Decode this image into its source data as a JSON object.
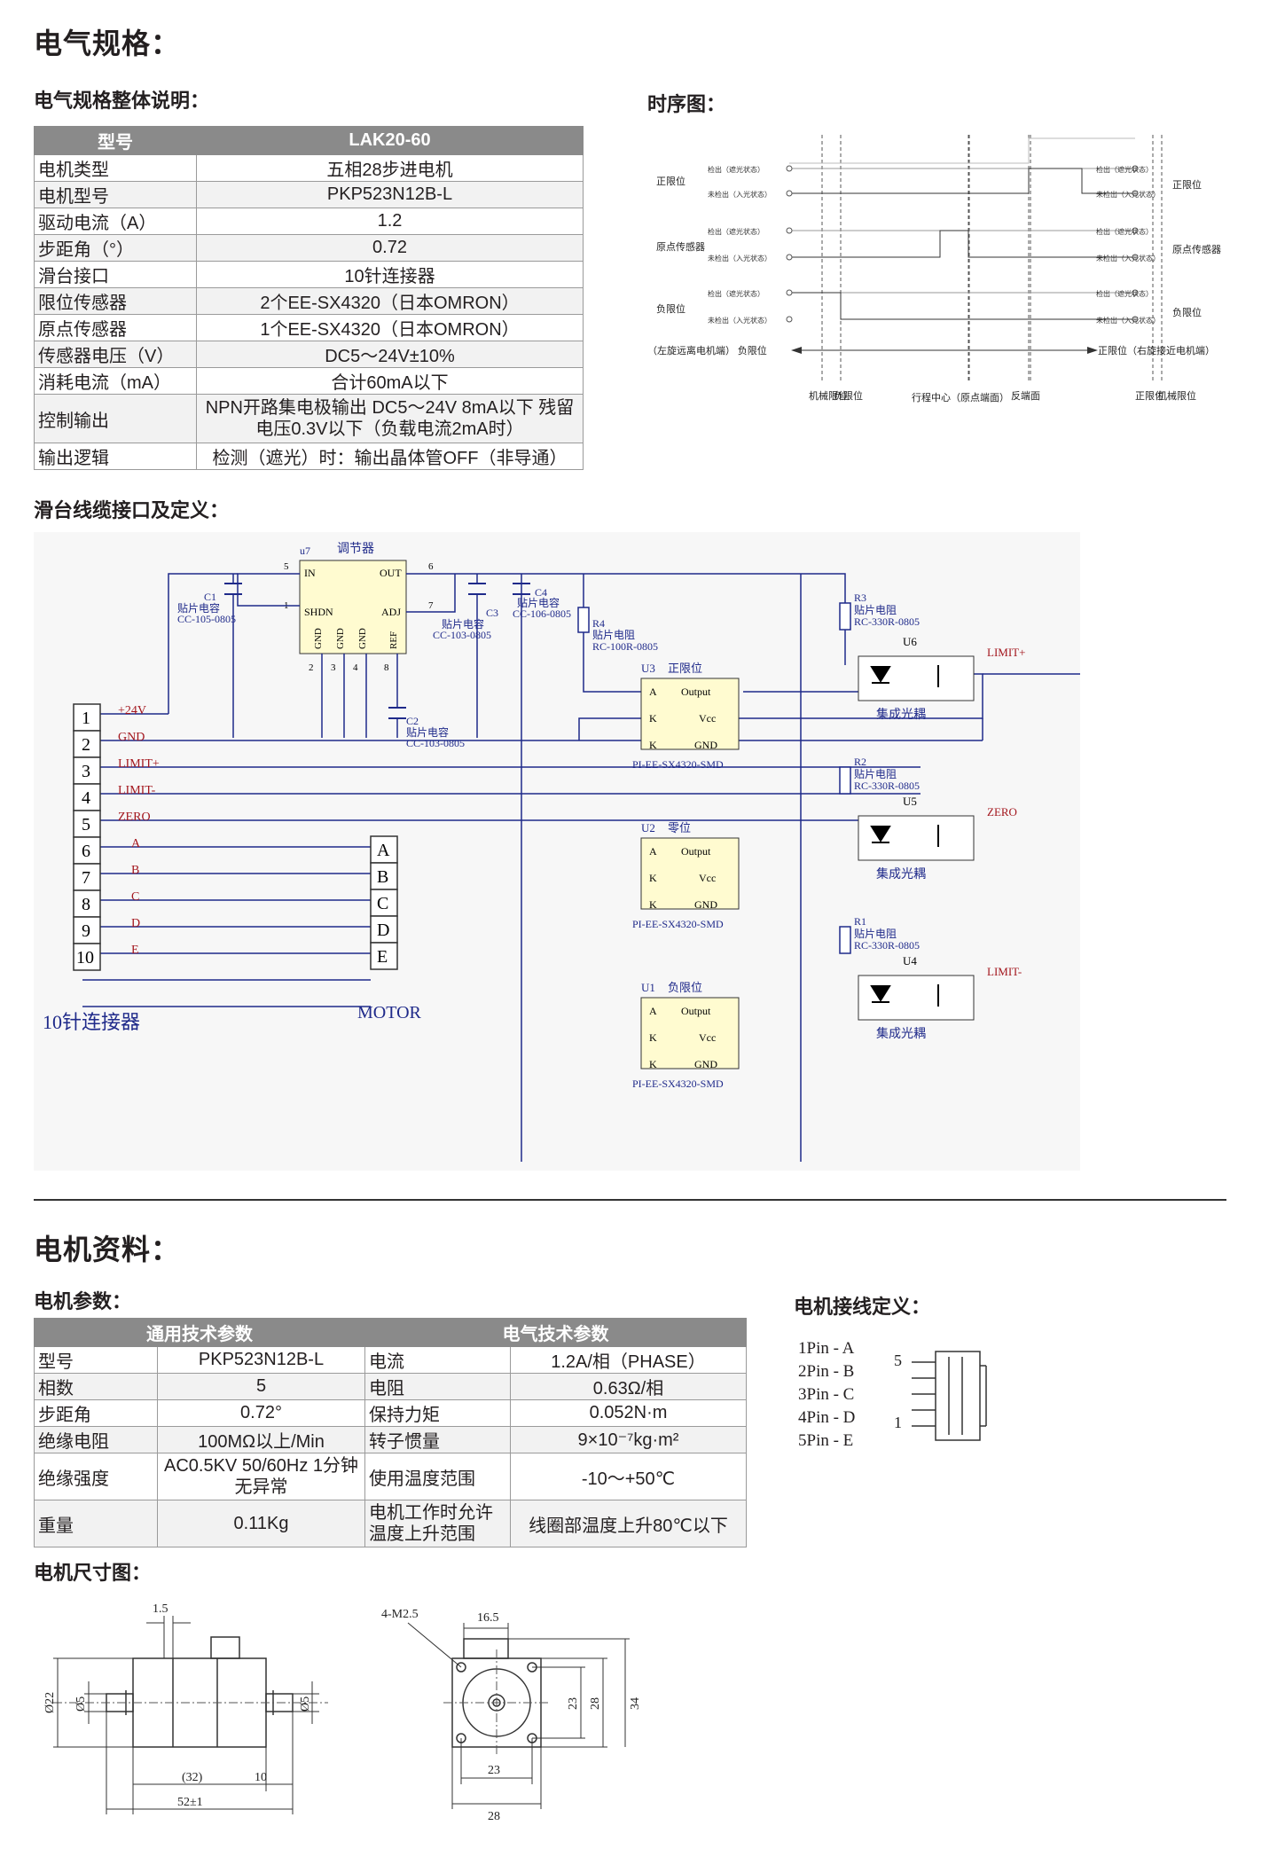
{
  "sections": {
    "electrical_title": "电气规格：",
    "electrical_overview": "电气规格整体说明：",
    "timing_title": "时序图：",
    "cable_title": "滑台线缆接口及定义：",
    "motor_title": "电机资料：",
    "motor_params": "电机参数：",
    "motor_wiring": "电机接线定义：",
    "motor_dims": "电机尺寸图："
  },
  "spec_table": {
    "header": [
      "型号",
      "LAK20-60"
    ],
    "rows": [
      [
        "电机类型",
        "五相28步进电机"
      ],
      [
        "电机型号",
        "PKP523N12B-L"
      ],
      [
        "驱动电流（A）",
        "1.2"
      ],
      [
        "步距角（°）",
        "0.72"
      ],
      [
        "滑台接口",
        "10针连接器"
      ],
      [
        "限位传感器",
        "2个EE-SX4320（日本OMRON）"
      ],
      [
        "原点传感器",
        "1个EE-SX4320（日本OMRON）"
      ],
      [
        "传感器电压（V）",
        "DC5～24V±10%"
      ],
      [
        "消耗电流（mA）",
        "合计60mA以下"
      ],
      [
        "控制输出",
        "NPN开路集电极输出 DC5～24V 8mA以下 残留电压0.3V以下（负载电流2mA时）"
      ],
      [
        "输出逻辑",
        "检测（遮光）时：输出晶体管OFF（非导通）"
      ]
    ]
  },
  "timing": {
    "left_labels": [
      "正限位",
      "原点传感器",
      "负限位"
    ],
    "right_labels": [
      "正限位",
      "原点传感器",
      "负限位"
    ],
    "state_detect": "检出（遮光状态）",
    "state_none": "未检出（入光状态）",
    "arrow_left": "（左旋远离电机端）  负限位",
    "arrow_right": "正限位（右旋接近电机端）",
    "bottom_labels": [
      "机械限位",
      "负限位",
      "行程中心（原点端面）",
      "反端面",
      "正限位",
      "机械限位"
    ]
  },
  "schematic": {
    "regulator_ref": "u7",
    "regulator_name": "调节器",
    "pins_reg": [
      "IN",
      "OUT",
      "SHDN",
      "ADJ",
      "GND",
      "GND",
      "GND",
      "REF"
    ],
    "pin_nums": [
      "5",
      "6",
      "1",
      "7",
      "2",
      "3",
      "4",
      "8"
    ],
    "c1": [
      "C1",
      "贴片电容",
      "CC-105-0805"
    ],
    "c2": [
      "C2",
      "贴片电容",
      "CC-103-0805"
    ],
    "c3": [
      "C3",
      "贴片电容",
      "CC-103-0805"
    ],
    "c4": [
      "C4",
      "贴片电容",
      "CC-106-0805"
    ],
    "r4": [
      "R4",
      "贴片电阻",
      "RC-100R-0805"
    ],
    "r3": [
      "R3",
      "贴片电阻",
      "RC-330R-0805"
    ],
    "r2": [
      "R2",
      "贴片电阻",
      "RC-330R-0805"
    ],
    "r1": [
      "R1",
      "贴片电阻",
      "RC-330R-0805"
    ],
    "u3": [
      "U3",
      "正限位"
    ],
    "u2": [
      "U2",
      "零位"
    ],
    "u1": [
      "U1",
      "负限位"
    ],
    "sensor_part": "PI-EE-SX4320-SMD",
    "sensor_pins": [
      "A",
      "K",
      "K",
      "Output",
      "Vcc",
      "GND"
    ],
    "opto": [
      "U6",
      "U5",
      "U4"
    ],
    "opto_name": "集成光耦",
    "opto_out": [
      "LIMIT+",
      "ZERO",
      "LIMIT-"
    ],
    "connector_pins": [
      "1",
      "2",
      "3",
      "4",
      "5",
      "6",
      "7",
      "8",
      "9",
      "10"
    ],
    "connector_signals": [
      "+24V",
      "GND",
      "LIMIT+",
      "LIMIT-",
      "ZERO",
      "A",
      "B",
      "C",
      "D",
      "E"
    ],
    "connector_name": "10针连接器",
    "motor_pins": [
      "A",
      "B",
      "C",
      "D",
      "E"
    ],
    "motor_name": "MOTOR"
  },
  "motor_table": {
    "groups": [
      "通用技术参数",
      "电气技术参数"
    ],
    "rows": [
      [
        "型号",
        "PKP523N12B-L",
        "电流",
        "1.2A/相（PHASE）"
      ],
      [
        "相数",
        "5",
        "电阻",
        "0.63Ω/相"
      ],
      [
        "步距角",
        "0.72°",
        "保持力矩",
        "0.052N·m"
      ],
      [
        "绝缘电阻",
        "100MΩ以上/Min",
        "转子惯量",
        "9×10⁻⁷kg·m²"
      ],
      [
        "绝缘强度",
        "AC0.5KV 50/60Hz 1分钟无异常",
        "使用温度范围",
        "-10～+50℃"
      ],
      [
        "重量",
        "0.11Kg",
        "电机工作时允许温度上升范围",
        "线圈部温度上升80℃以下"
      ]
    ]
  },
  "wiring": [
    "1Pin - A",
    "2Pin - B",
    "3Pin - C",
    "4Pin - D",
    "5Pin - E"
  ],
  "wiring_marks": [
    "5",
    "1"
  ],
  "dims": {
    "side": [
      "1.5",
      "Ø22",
      "Ø5",
      "Ø5",
      "(32)",
      "10",
      "52±1"
    ],
    "front": [
      "4-M2.5",
      "16.5",
      "23",
      "28",
      "34",
      "23",
      "28"
    ]
  }
}
